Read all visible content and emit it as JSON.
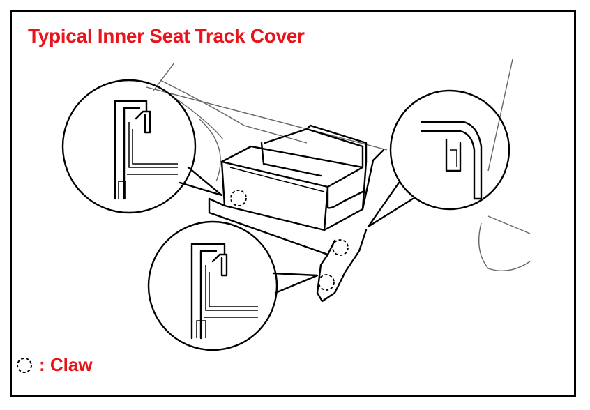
{
  "title": "Typical Inner Seat Track Cover",
  "legend": {
    "symbol": "dashed-circle",
    "text": ": Claw"
  },
  "colors": {
    "label": "#e8141b",
    "line": "#000000",
    "background": "#ffffff"
  }
}
